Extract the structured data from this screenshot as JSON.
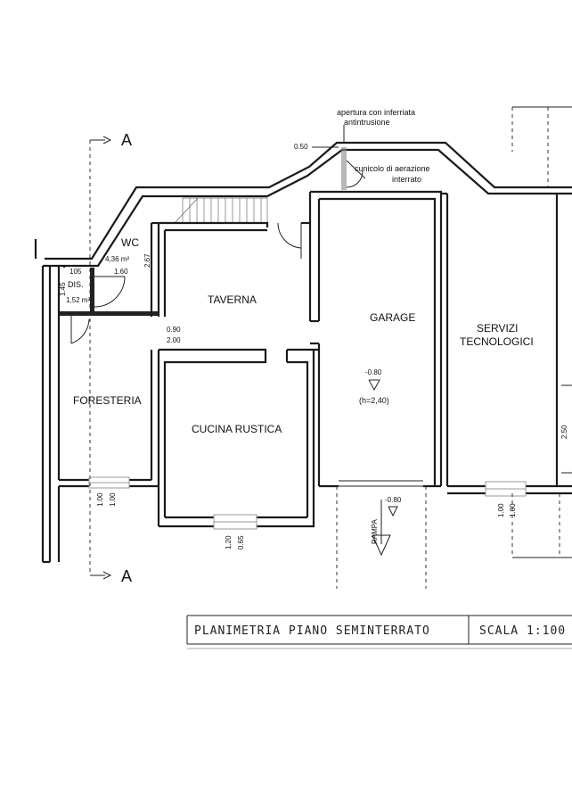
{
  "annotations": {
    "vent_grate": "apertura con inferriata",
    "vent_grate2": "antintrusione",
    "vent_duct": "cunicolo di aerazione",
    "vent_duct2": "interrato",
    "dim_050": "0.50"
  },
  "section_marker": {
    "top": "A",
    "bottom": "A"
  },
  "rooms": {
    "wc": "WC",
    "wc_area": "4,36 m²",
    "dis": "DIS.",
    "dis_area": "1,52 m²",
    "taverna": "TAVERNA",
    "garage": "GARAGE",
    "servizi_1": "SERVIZI",
    "servizi_2": "TECNOLOGICI",
    "foresteria": "FORESTERIA",
    "cucina": "CUCINA RUSTICA"
  },
  "dimensions": {
    "d105": "105",
    "d160": "1.60",
    "d145": "1.45",
    "d267": "2.67",
    "d090": "0.90",
    "d200": "2.00",
    "level_garage": "-0.80",
    "height_garage": "(h=2,40)",
    "level_ramp": "-0.80",
    "rampa": "RAMPA",
    "win_left_a": "1.00",
    "win_left_b": "1.00",
    "win_kitchen_a": "1.20",
    "win_kitchen_b": "0.65",
    "win_servizi_a": "1.00",
    "win_servizi_b": "1.00",
    "d250": "2.50"
  },
  "title_block": {
    "title": "PLANIMETRIA PIANO SEMINTERRATO",
    "scale": "SCALA 1:100"
  }
}
